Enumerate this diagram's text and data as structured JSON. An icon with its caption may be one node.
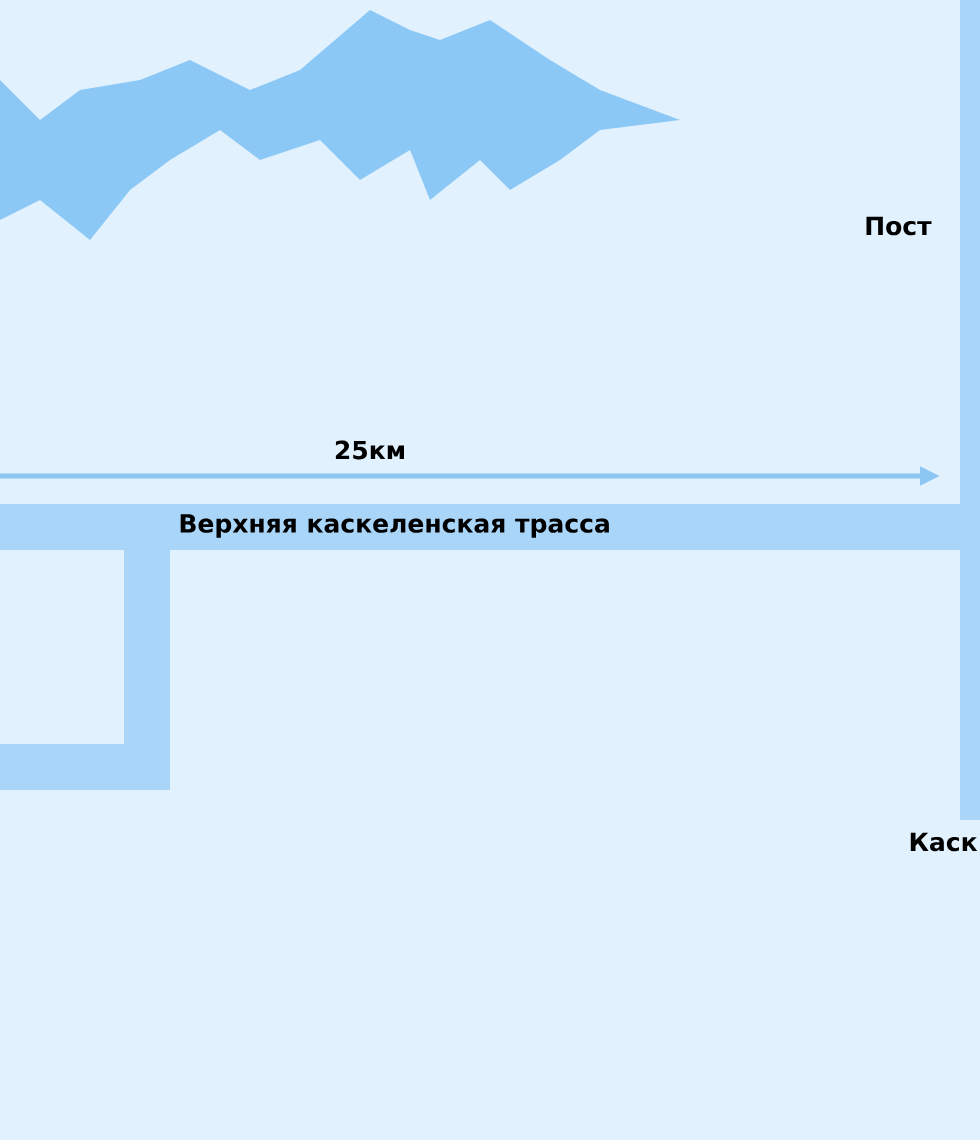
{
  "diagram": {
    "labels": [
      "Пост",
      "25км",
      "Верхняя каскеленская трасса",
      "Каск"
    ]
  }
}
